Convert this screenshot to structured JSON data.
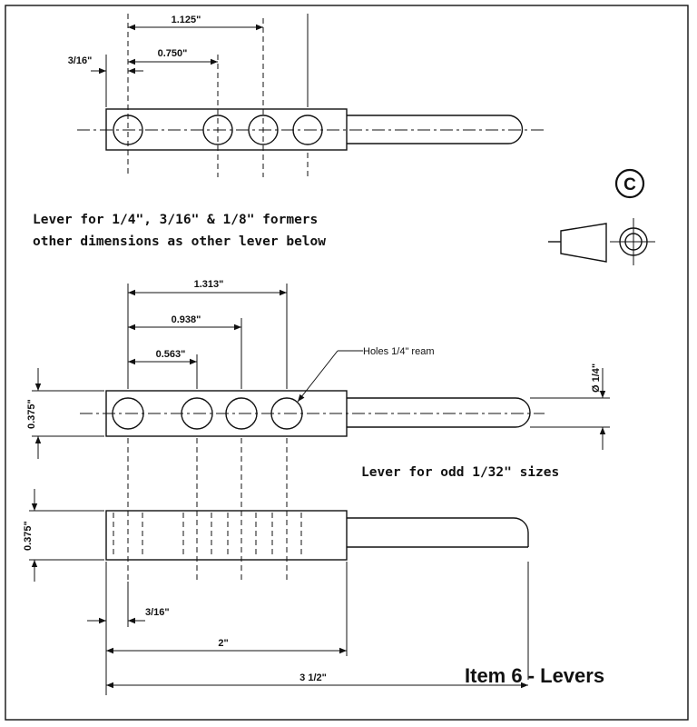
{
  "top_lever": {
    "dims": {
      "d1": "1.125\"",
      "d2": "0.750\"",
      "d3": "3/16\""
    },
    "note_line1": "Lever for 1/4\", 3/16\" & 1/8\" formers",
    "note_line2": "other dimensions as other lever below"
  },
  "middle_lever": {
    "dims": {
      "d1": "1.313\"",
      "d2": "0.938\"",
      "d3": "0.563\"",
      "height": "0.375\"",
      "diameter": "Ø 1/4\""
    },
    "holes_label": "Holes 1/4\" ream",
    "caption": "Lever for odd 1/32\" sizes"
  },
  "bottom_lever": {
    "dims": {
      "height": "0.375\"",
      "edge": "3/16\"",
      "len2": "2\"",
      "len3": "3 1/2\""
    }
  },
  "copyright": "C",
  "title": "Item 6 - Levers"
}
